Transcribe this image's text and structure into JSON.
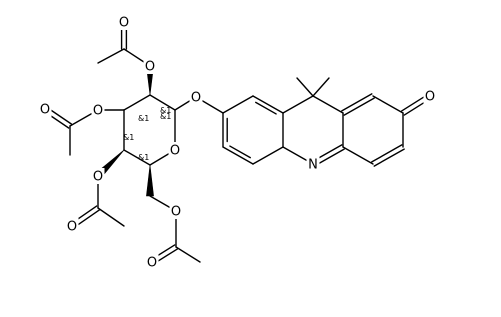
{
  "atom_labels": {
    "oxygen": "O",
    "nitrogen": "N"
  },
  "stereo_label": "&1"
}
